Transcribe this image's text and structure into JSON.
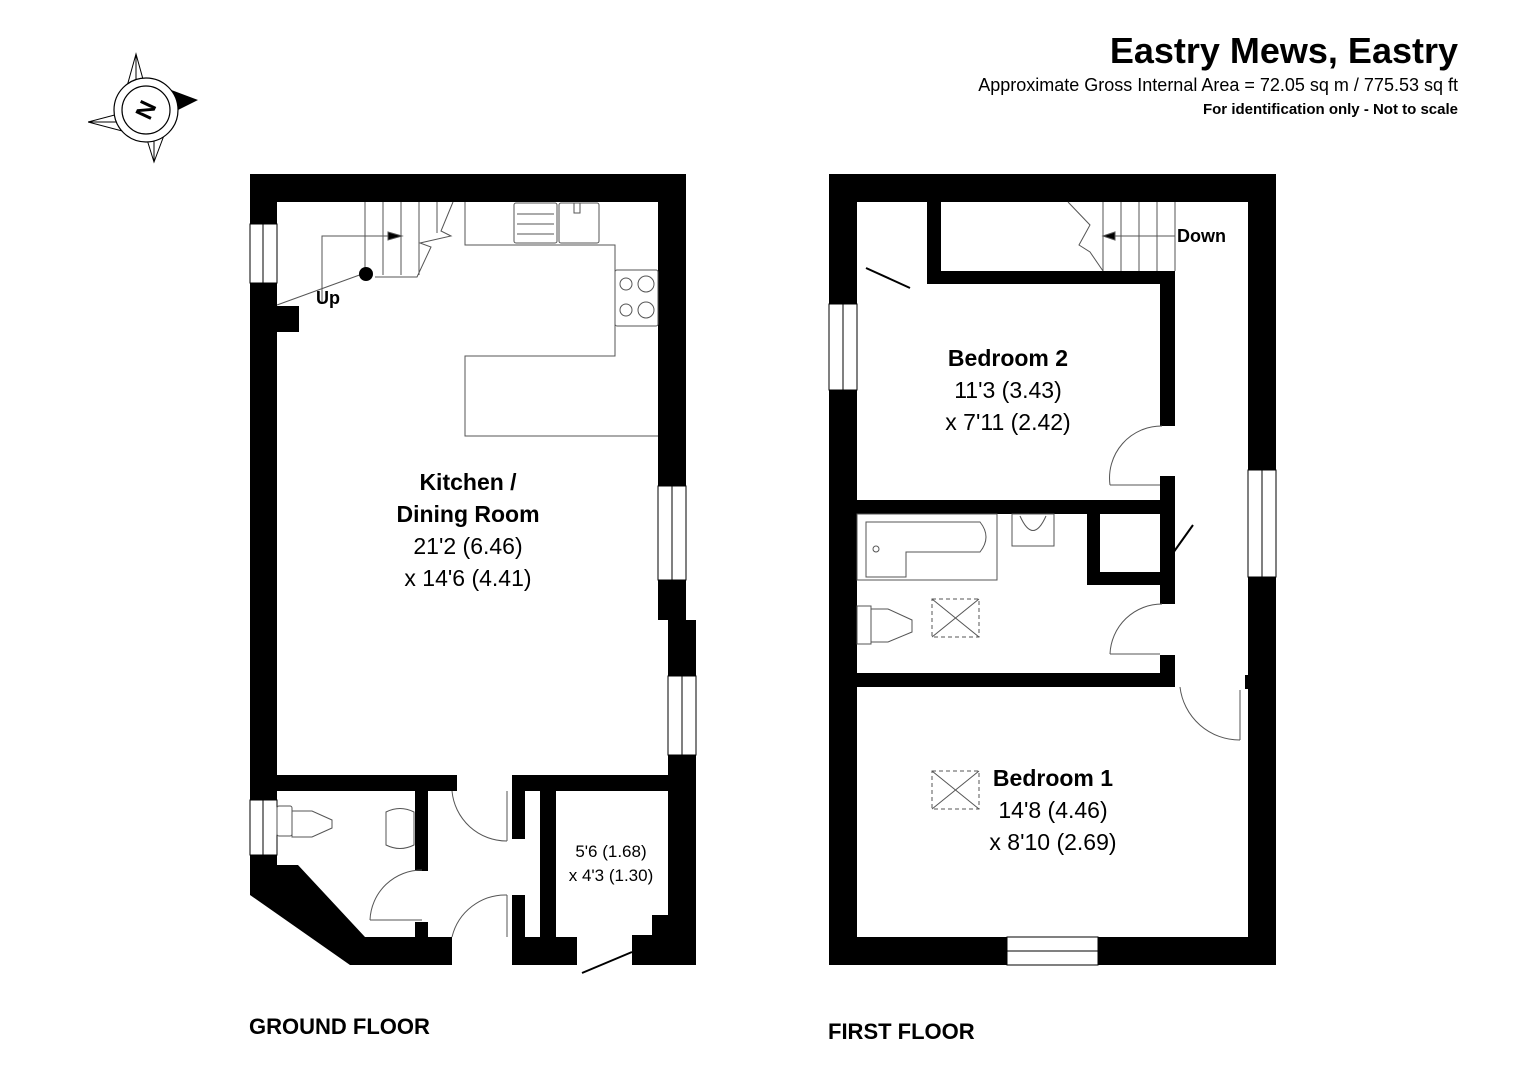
{
  "header": {
    "title": "Eastry Mews, Eastry",
    "area": "Approximate Gross Internal Area = 72.05 sq m / 775.53 sq ft",
    "note": "For identification only - Not to scale"
  },
  "compass": {
    "icon": "north-compass-icon",
    "letter": "N"
  },
  "ground_floor": {
    "label": "GROUND FLOOR",
    "stairs_label": "Up",
    "rooms": [
      {
        "name": "Kitchen /",
        "name2": "Dining Room",
        "dim1": "21'2 (6.46)",
        "dim2": "x 14'6 (4.41)"
      },
      {
        "name": "",
        "dim1": "5'6 (1.68)",
        "dim2": "x 4'3 (1.30)"
      }
    ]
  },
  "first_floor": {
    "label": "FIRST FLOOR",
    "stairs_label": "Down",
    "rooms": [
      {
        "name": "Bedroom 2",
        "dim1": "11'3 (3.43)",
        "dim2": "x 7'11 (2.42)"
      },
      {
        "name": "Bedroom 1",
        "dim1": "14'8 (4.46)",
        "dim2": "x 8'10 (2.69)"
      }
    ]
  },
  "colors": {
    "wall": "#000000",
    "background": "#ffffff",
    "fixture_line": "#555555"
  }
}
